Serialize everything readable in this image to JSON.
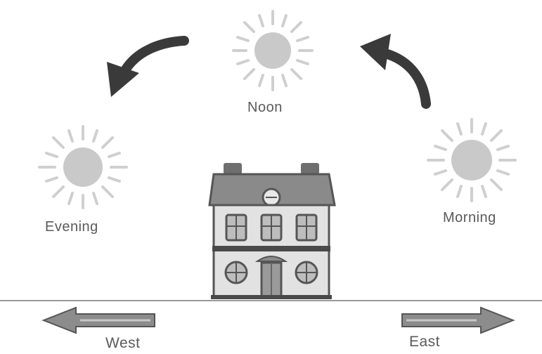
{
  "diagram": {
    "suns": {
      "noon": {
        "label": "Noon"
      },
      "evening": {
        "label": "Evening"
      },
      "morning": {
        "label": "Morning"
      }
    },
    "directions": {
      "west": {
        "label": "West"
      },
      "east": {
        "label": "East"
      }
    },
    "colors": {
      "sun_fill": "#c9c9c9",
      "sun_ray": "#cfcfcf",
      "curved_arrow": "#3a3a3a",
      "roof": "#8a8a8a",
      "house_wall": "#e2e2e2",
      "ground_line": "#9a9a9a",
      "direction_arrow": "#8c8c8c"
    }
  }
}
